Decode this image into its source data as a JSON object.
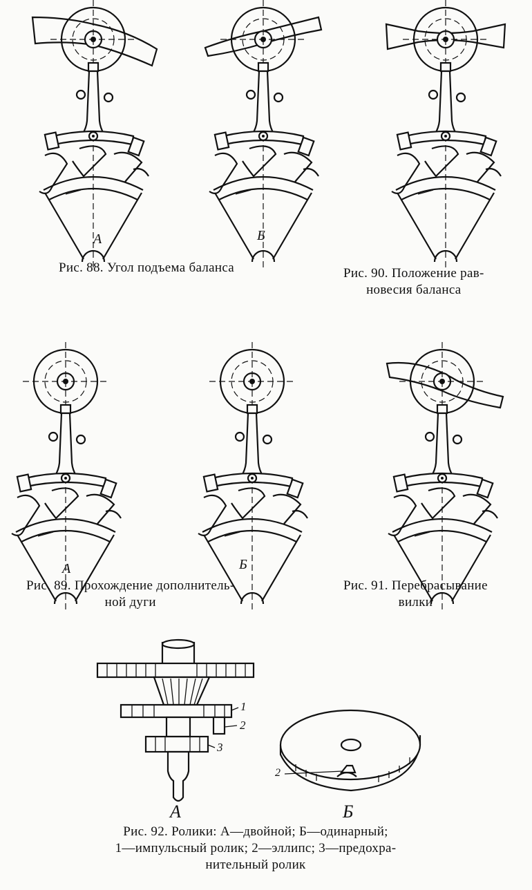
{
  "captions": {
    "fig88": "Рис. 88. Угол подъема баланса",
    "fig90_line1": "Рис. 90. Положение рав-",
    "fig90_line2": "новесия баланса",
    "fig89_line1": "Рис. 89. Прохождение дополнитель-",
    "fig89_line2": "ной дуги",
    "fig91_line1": "Рис. 91. Перебрасывание",
    "fig91_line2": "вилки",
    "fig92_line1": "Рис. 92. Ролики: А—двойной; Б—одинарный;",
    "fig92_line2": "1—импульсный ролик; 2—эллипс; 3—предохра-",
    "fig92_line3": "нительный ролик"
  },
  "labels": {
    "fig88_a": "А",
    "fig88_b": "Б",
    "fig89_a": "А",
    "fig89_b": "Б",
    "fig92_a": "А",
    "fig92_b": "Б",
    "fig92_n1": "1",
    "fig92_n2": "2",
    "fig92_n3": "3",
    "fig92_b2": "2"
  }
}
